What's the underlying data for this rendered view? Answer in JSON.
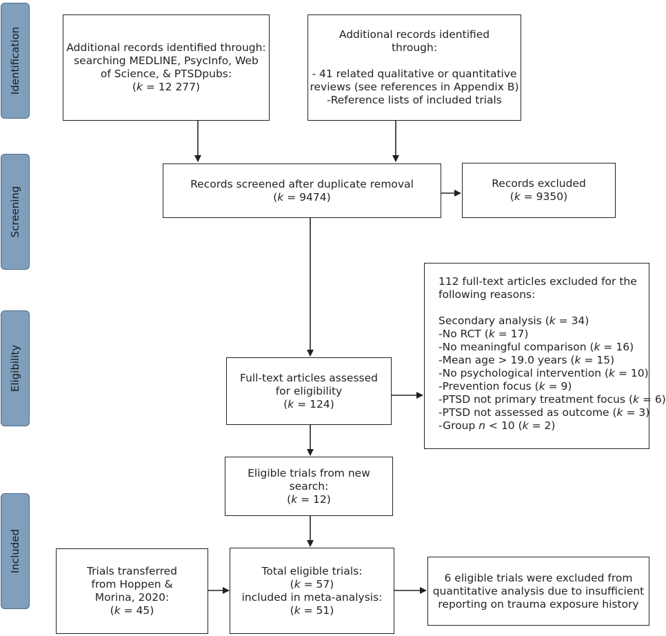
{
  "stages": {
    "identification": "Identification",
    "screening": "Screening",
    "eligibility": "Eligibility",
    "included": "Included"
  },
  "box_database": {
    "line1": "Additional records identified through:",
    "line2": "searching MEDLINE, PsycInfo, Web",
    "line3": "of Science, & PTSDpubs:",
    "k_var": "k",
    "k_value": " = 12 277)"
  },
  "box_other": {
    "line1": "Additional records identified",
    "line2": "through:",
    "line3": "- 41 related qualitative or quantitative",
    "line4": "reviews (see references in Appendix B)",
    "line5": "-Reference lists of included trials"
  },
  "box_screened": {
    "line1": "Records screened after duplicate removal",
    "k_var": "k",
    "k_value": " = 9474)"
  },
  "box_excluded": {
    "line1": "Records excluded",
    "k_var": "k",
    "k_value": " = 9350)"
  },
  "box_fulltext_excluded": {
    "line1": "112 full-text articles excluded for the",
    "line2": "following reasons:",
    "reasons": [
      {
        "pre": "Secondary analysis (",
        "var": "k",
        "post": " = 34)"
      },
      {
        "pre": "-No RCT (",
        "var": "k",
        "post": " = 17)"
      },
      {
        "pre": "-No meaningful comparison (",
        "var": "k",
        "post": " = 16)"
      },
      {
        "pre": "-Mean age > 19.0 years (",
        "var": "k",
        "post": " = 15)"
      },
      {
        "pre": "-No psychological intervention (",
        "var": "k",
        "post": " = 10)"
      },
      {
        "pre": "-Prevention focus (",
        "var": "k",
        "post": " = 9)"
      },
      {
        "pre": "-PTSD not primary treatment focus (",
        "var": "k",
        "post": " = 6)"
      },
      {
        "pre": "-PTSD not assessed as outcome (",
        "var": "k",
        "post": " = 3)"
      },
      {
        "pre": "-Group ",
        "var": "n",
        "post": " < 10 (",
        "var2": "k",
        "post2": " = 2)"
      }
    ]
  },
  "box_assessed": {
    "line1": "Full-text articles assessed",
    "line2": "for eligibility",
    "k_var": "k",
    "k_value": " = 124)"
  },
  "box_new_search": {
    "line1": "Eligible trials from new",
    "line2": "search:",
    "k_var": "k",
    "k_value": " = 12)"
  },
  "box_transferred": {
    "line1": "Trials transferred",
    "line2": "from Hoppen &",
    "line3": "Morina, 2020:",
    "k_var": "k",
    "k_value": " = 45)"
  },
  "box_total": {
    "line1": "Total eligible trials:",
    "k1_var": "k",
    "k1_value": " = 57)",
    "line2": "included in meta-analysis:",
    "k2_var": "k",
    "k2_value": " = 51)"
  },
  "box_quant_excluded": {
    "line1": "6 eligible trials were excluded from",
    "line2": "quantitative analysis due to insufficient",
    "line3": "reporting on trauma exposure history"
  }
}
